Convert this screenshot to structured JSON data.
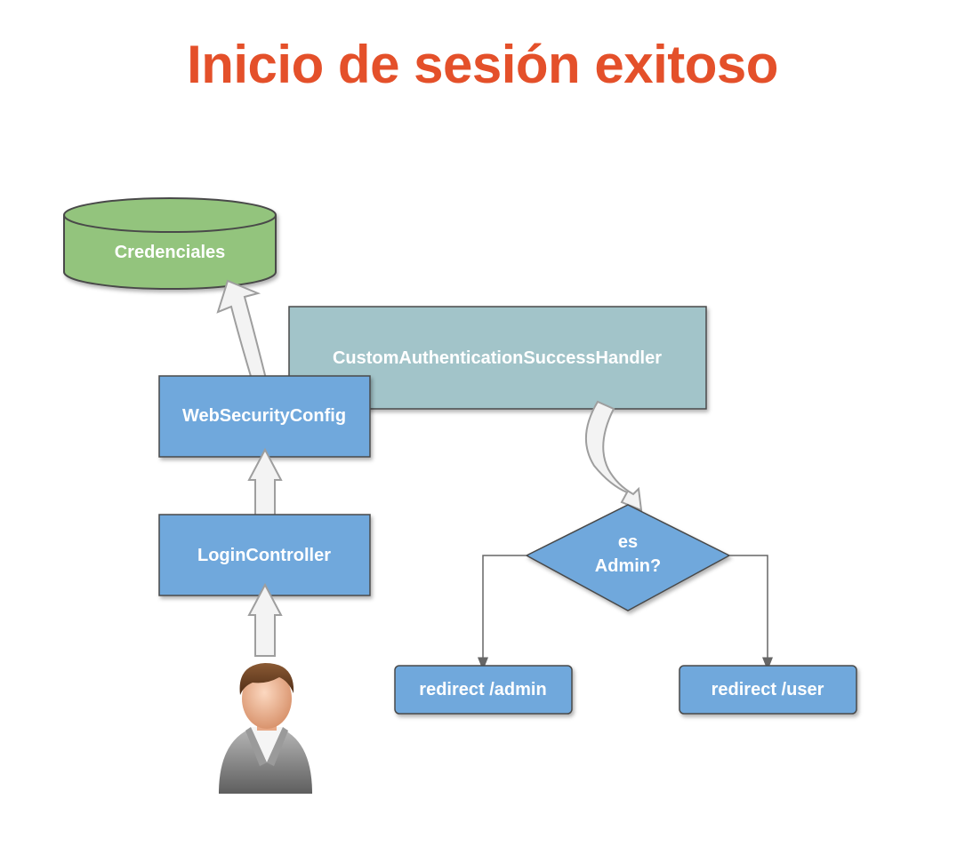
{
  "title": "Inicio de sesión exitoso",
  "colors": {
    "title": "#E4502A",
    "database_fill": "#93C47D",
    "process_fill": "#6FA8DC",
    "handler_fill": "#A2C4C9",
    "node_border": "#4A4A4A",
    "arrow_fill": "#F3F3F3",
    "arrow_stroke": "#9E9E9E",
    "connector": "#666666"
  },
  "nodes": {
    "credenciales": "Credenciales",
    "handler": "CustomAuthenticationSuccessHandler",
    "web_security_config": "WebSecurityConfig",
    "login_controller": "LoginController",
    "decision_line1": "es",
    "decision_line2": "Admin?",
    "redirect_admin": "redirect /admin",
    "redirect_user": "redirect /user"
  },
  "icons": {
    "user": "user-avatar-icon"
  }
}
